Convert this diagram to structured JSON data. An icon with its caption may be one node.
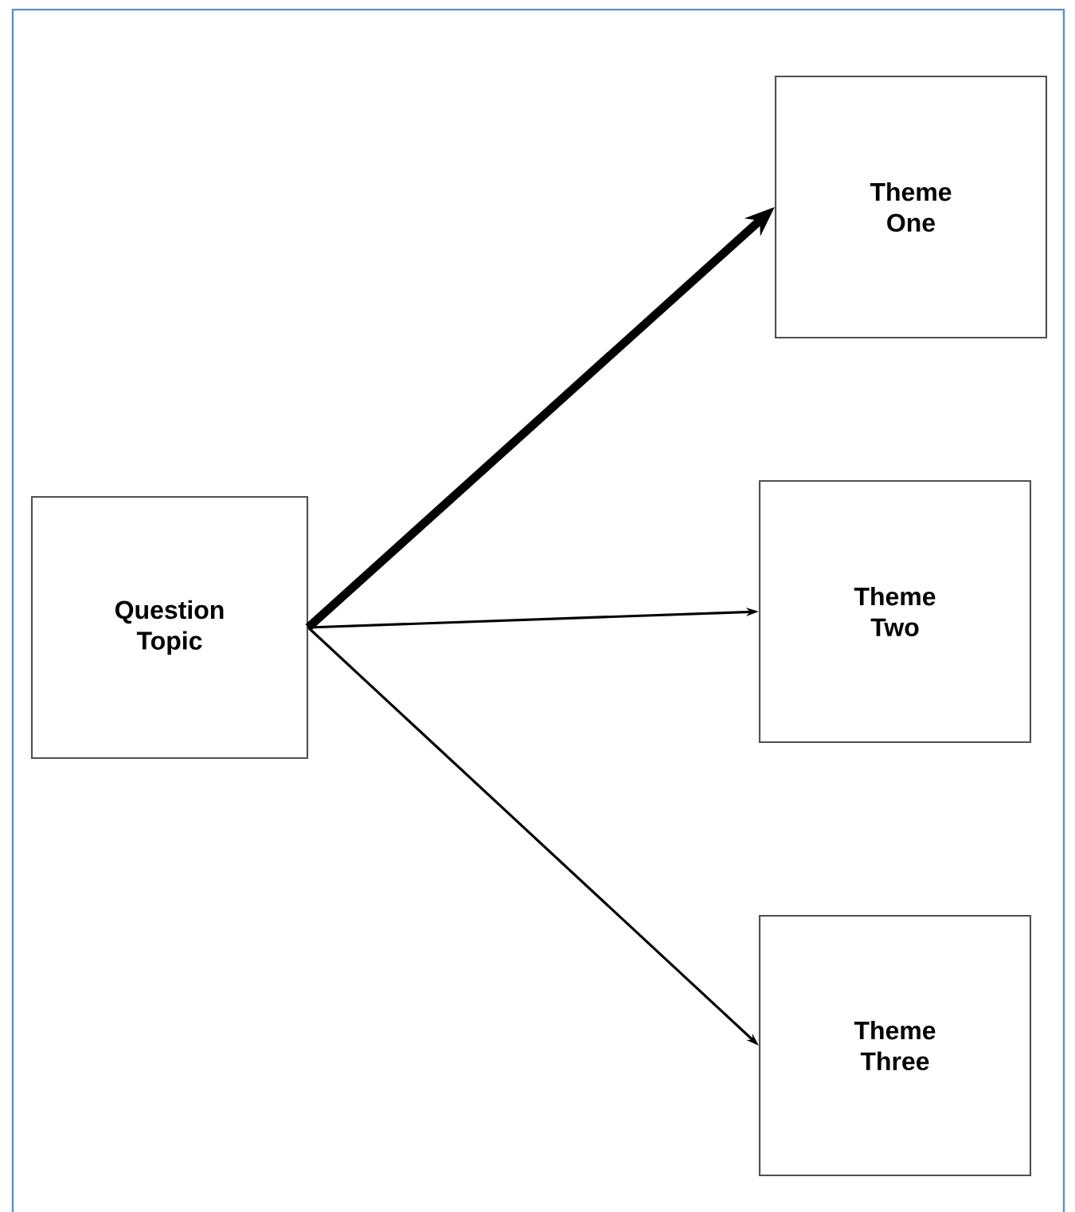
{
  "diagram": {
    "nodes": [
      {
        "text": [
          "Question Topic"
        ]
      },
      {
        "text": [
          "Theme One"
        ]
      },
      {
        "text": [
          "Theme Two"
        ]
      },
      {
        "text": [
          "Theme Three"
        ]
      }
    ],
    "edges": [
      {
        "from": 0,
        "to": 1,
        "arrow": "to",
        "style": "thick"
      },
      {
        "from": 0,
        "to": 2,
        "arrow": "to"
      },
      {
        "from": 0,
        "to": 3,
        "arrow": "to"
      }
    ]
  }
}
